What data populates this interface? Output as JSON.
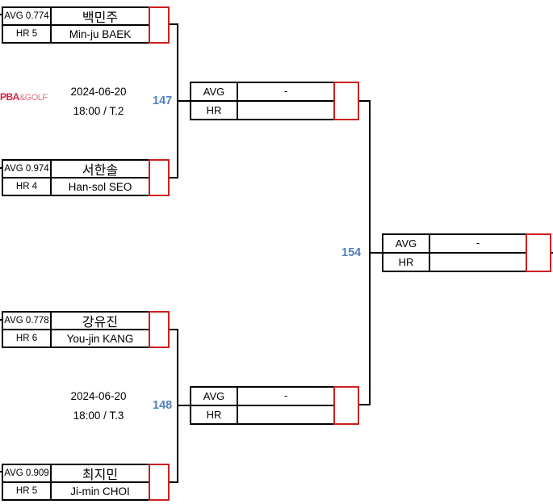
{
  "colors": {
    "score_box_border": "#cc1f1f",
    "match_number": "#4f81bd",
    "lines": "#000000",
    "logo": "#d2233c"
  },
  "logo": {
    "part1": "PBA",
    "part2": "&GOLF"
  },
  "players": [
    {
      "avg_label": "AVG 0.774",
      "hr_label": "HR 5",
      "name_ko": "백민주",
      "name_en": "Min-ju BAEK"
    },
    {
      "avg_label": "AVG 0.974",
      "hr_label": "HR 4",
      "name_ko": "서한솔",
      "name_en": "Han-sol SEO"
    },
    {
      "avg_label": "AVG 0.778",
      "hr_label": "HR 6",
      "name_ko": "강유진",
      "name_en": "You-jin KANG"
    },
    {
      "avg_label": "AVG 0.909",
      "hr_label": "HR 5",
      "name_ko": "최지민",
      "name_en": "Ji-min CHOI"
    }
  ],
  "matches": [
    {
      "number": "147",
      "date": "2024-06-20",
      "time_table": "18:00 / T.2"
    },
    {
      "number": "148",
      "date": "2024-06-20",
      "time_table": "18:00 / T.3"
    },
    {
      "number": "154"
    }
  ],
  "results": [
    {
      "avg_label": "AVG",
      "avg_value": "-",
      "hr_label": "HR",
      "hr_value": ""
    },
    {
      "avg_label": "AVG",
      "avg_value": "-",
      "hr_label": "HR",
      "hr_value": ""
    },
    {
      "avg_label": "AVG",
      "avg_value": "-",
      "hr_label": "HR",
      "hr_value": ""
    }
  ]
}
